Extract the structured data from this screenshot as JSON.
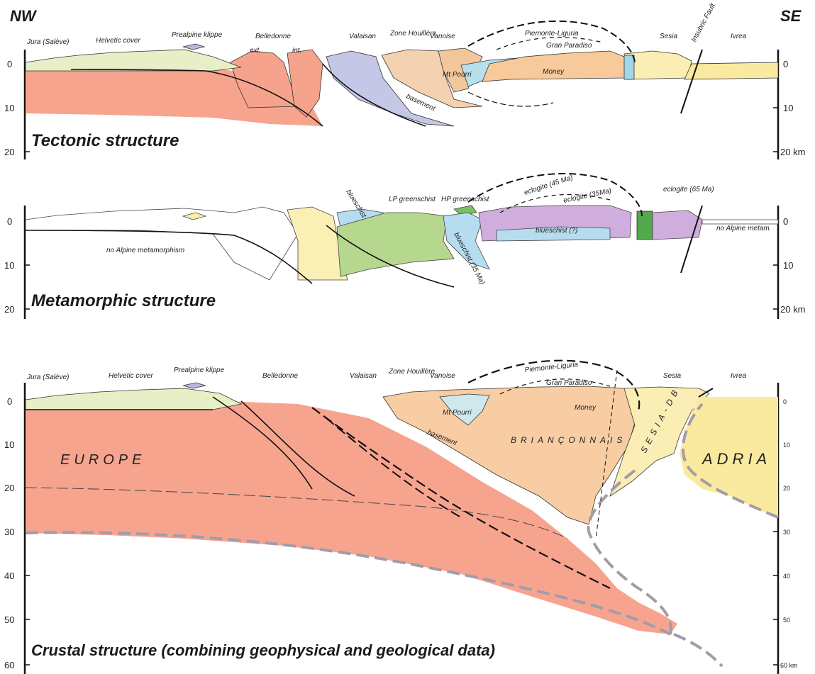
{
  "header": {
    "nw": "NW",
    "se": "SE"
  },
  "colors": {
    "europe": "#f7a48f",
    "brianconnais": "#f8cda3",
    "adria": "#faea9f",
    "valaisan": "#c5c7e6",
    "piemonte": "#cfe8ee",
    "houillere": "#f4d1b0",
    "helvetic": "#e7efc6",
    "blueschist": "#b6dcef",
    "greenschist": "#b5d88e",
    "eclogite": "#cfaedd",
    "moho": "#a29ca8"
  },
  "panel1": {
    "title": "Tectonic structure",
    "unit_labels": {
      "jura": "Jura (Salève)",
      "helvetic": "Helvetic cover",
      "prealpine": "Prealpine klippe",
      "belledonne": "Belledonne",
      "ext": "ext.",
      "int": "int.",
      "valaisan": "Valaisan",
      "houillere": "Zone Houillère",
      "vanoise": "Vanoise",
      "piemonte": "Piemonte-Liguria",
      "granparadiso": "Gran Paradiso",
      "sesia": "Sesia",
      "insubric": "Insubric Fault",
      "ivrea": "Ivrea",
      "mtpourri": "Mt Pourri",
      "money": "Money",
      "basement": "basement"
    },
    "depth_ticks": [
      "0",
      "10",
      "20"
    ],
    "right_ticks": [
      "0",
      "10",
      "20 km"
    ]
  },
  "panel2": {
    "title": "Metamorphic structure",
    "labels": {
      "none": "no Alpine metamorphism",
      "blueschist": "blueschist",
      "lp": "LP greenschist",
      "hp": "HP greenschist",
      "ecl45": "eclogite (45 Ma)",
      "ecl35": "eclogite (35Ma)",
      "bsq": "blueschist (?)",
      "bs35": "blueschist (35 Ma)",
      "ecl65": "eclogite (65 Ma)",
      "noalp": "no Alpine metam."
    },
    "depth_ticks": [
      "0",
      "10",
      "20"
    ],
    "right_ticks": [
      "0",
      "10",
      "20 km"
    ]
  },
  "panel3": {
    "title": "Crustal structure (combining geophysical and geological data)",
    "big_labels": {
      "europe": "EUROPE",
      "brianconnais": "BRIANÇONNAIS",
      "sesiadb": "SESIA-DB",
      "adria": "ADRIA"
    },
    "depth_ticks": [
      "0",
      "10",
      "20",
      "30",
      "40",
      "50",
      "60"
    ],
    "right_ticks": [
      "0",
      "10",
      "20",
      "30",
      "40",
      "50",
      "60 km"
    ]
  }
}
